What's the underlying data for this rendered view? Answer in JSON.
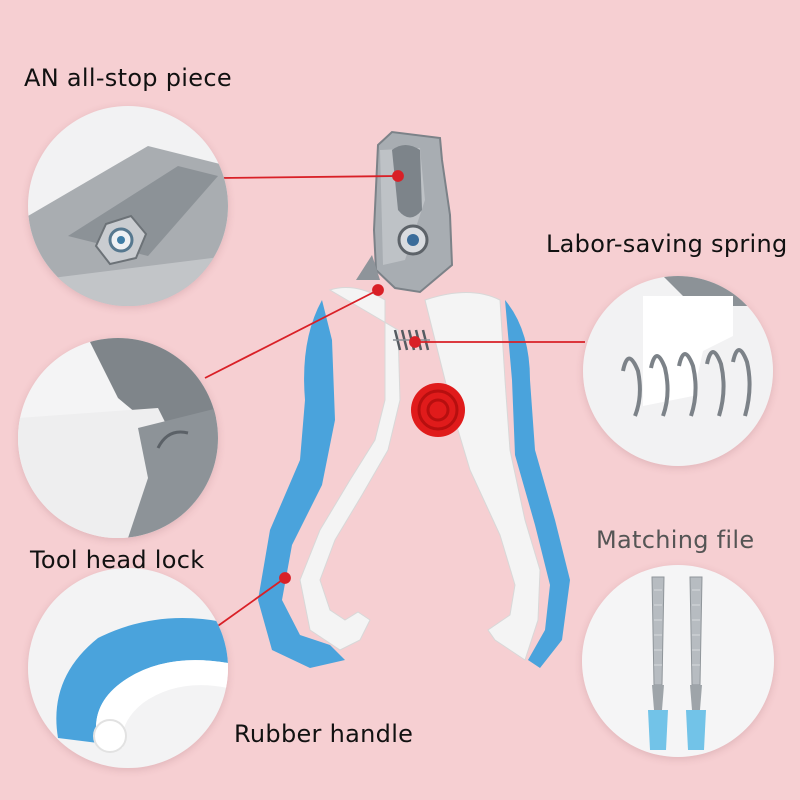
{
  "labels": {
    "stop_piece": "AN all-stop piece",
    "spring": "Labor-saving spring",
    "lock": "Tool head lock",
    "file": "Matching file",
    "handle": "Rubber handle"
  },
  "colors": {
    "background": "#f6cfd2",
    "handle_blue": "#4aa3dc",
    "handle_white": "#f4f4f4",
    "lock_red": "#e01b1b",
    "callout_red": "#d92027",
    "steel": "#9aa0a6"
  },
  "icons": [
    "nail-clipper-image",
    "bolt-detail-image",
    "spring-detail-image",
    "lock-detail-image",
    "file-detail-image",
    "handle-detail-image"
  ]
}
